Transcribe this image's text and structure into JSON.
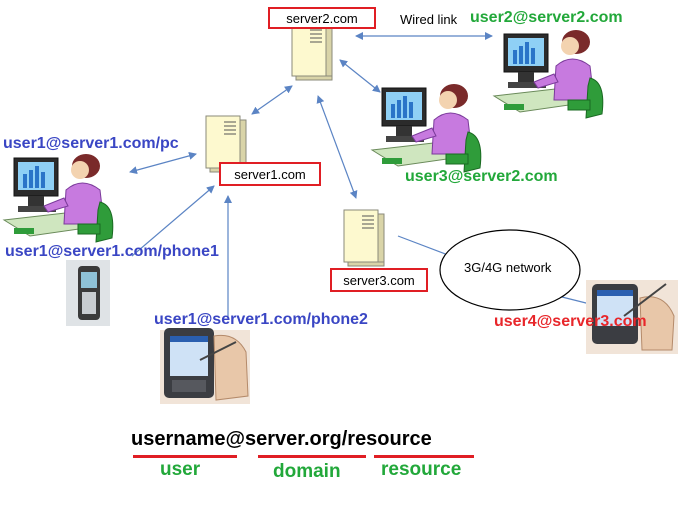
{
  "servers": {
    "server2": "server2.com",
    "server1": "server1.com",
    "server3": "server3.com"
  },
  "link_label": "Wired link",
  "network_label": "3G/4G network",
  "users": {
    "user2": "user2@server2.com",
    "user3": "user3@server2.com",
    "user1_pc": "user1@server1.com/pc",
    "user1_phone1": "user1@server1.com/phone1",
    "user1_phone2": "user1@server1.com/phone2",
    "user4": "user4@server3.com"
  },
  "jid_format": {
    "full": "username@server.org/resource",
    "user": "user",
    "domain": "domain",
    "resource": "resource"
  },
  "colors": {
    "blue_label": "#3a46c4",
    "green_label": "#22a83a",
    "red_label": "#e8262a",
    "server_border": "#e01e24",
    "arrow": "#5b84c4"
  },
  "icons": [
    "server-icon",
    "desktop-user-icon",
    "mobile-phone-icon",
    "pda-icon"
  ]
}
